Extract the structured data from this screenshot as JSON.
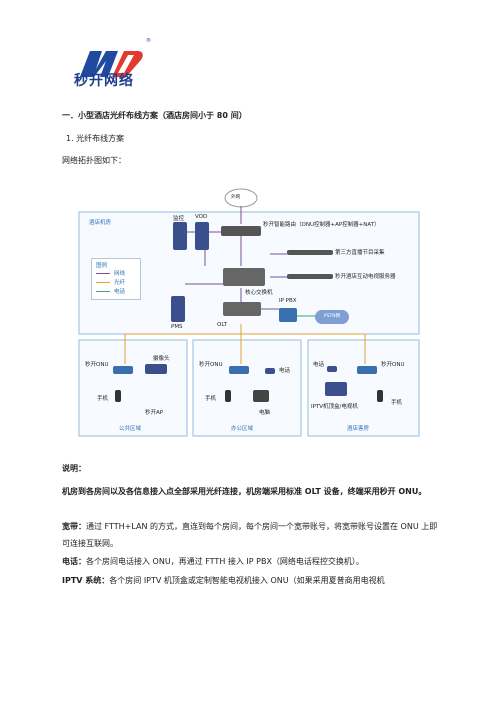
{
  "logo": {
    "text": "秒开网络",
    "reg": "®"
  },
  "heading": "一．小型酒店光纤布线方案（酒店房间小于 80 间）",
  "subheading": "1. 光纤布线方案",
  "intro": "网络拓扑图如下：",
  "diagram": {
    "cloud": "外网",
    "core_router": "秒开智能路由（ONU控制器+AP控制器+NAT）",
    "third_party": "第三方直播节目采集",
    "interactive": "秒开酒店互动电视服务器",
    "core_switch": "核心交换机",
    "olt": "OLT",
    "ippbx": "IP PBX",
    "pstn": "PSTN网",
    "pms": "PMS",
    "monitor": "监控",
    "vod": "VOD",
    "zone_top": "酒店机房",
    "legend": {
      "title": "图例",
      "items": [
        "网线",
        "光纤",
        "电话"
      ],
      "colors": [
        "#7a4fa0",
        "#e0a030",
        "#39a86b"
      ]
    },
    "zones": [
      {
        "name": "公共区域",
        "onu": "秒开ONU",
        "items": [
          "摄像头",
          "手机",
          "秒开AP"
        ]
      },
      {
        "name": "办公区域",
        "onu": "秒开ONU",
        "items": [
          "电话",
          "手机",
          "电脑"
        ]
      },
      {
        "name": "酒店客房",
        "onu": "秒开ONU",
        "items": [
          "电话",
          "IPTV机顶盒/电视机",
          "手机"
        ]
      }
    ]
  },
  "explain_title": "说明：",
  "paragraphs": [
    {
      "lead": "",
      "text": "机房到各房间以及各信息接入点全部采用光纤连接，机房端采用标准 OLT 设备，终端采用秒开 ONU。",
      "bold": true
    },
    {
      "lead": "宽带：",
      "text": "通过 FTTH+LAN 的方式，直连到每个房间，每个房间一个宽带账号，将宽带账号设置在 ONU 上即可连接互联网。",
      "bold": false
    },
    {
      "lead": "电话：",
      "text": "各个房间电话接入 ONU，再通过 FTTH 接入 IP PBX（网络电话程控交换机）。",
      "bold": false
    },
    {
      "lead": "IPTV 系统：",
      "text": "各个房间 IPTV 机顶盒或定制智能电视机接入 ONU（如果采用夏普商用电视机",
      "bold": false
    }
  ]
}
